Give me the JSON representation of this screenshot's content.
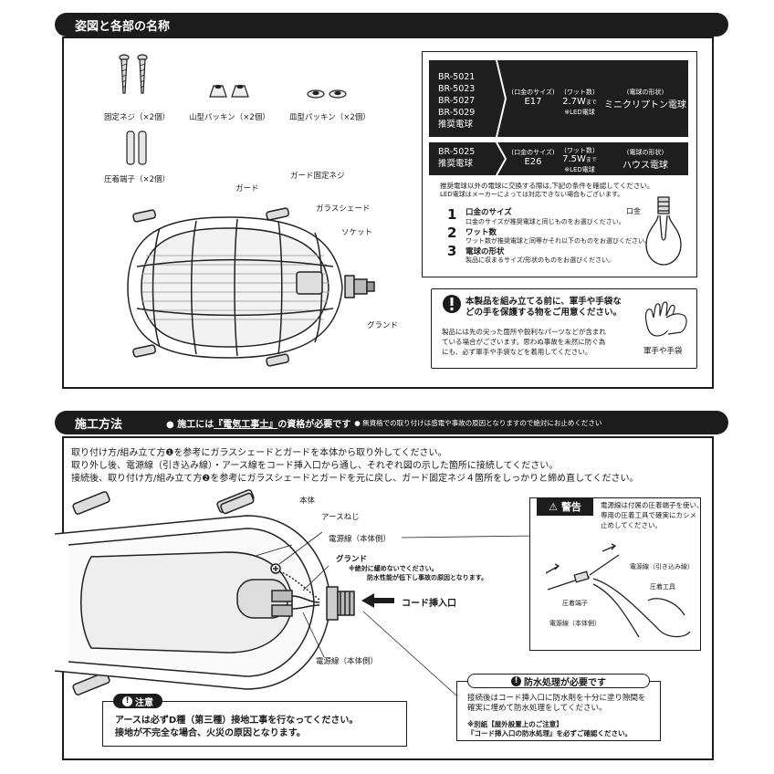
{
  "section1": {
    "title": "姿図と各部の名称",
    "parts": {
      "screw": "固定ネジ（×2個）",
      "mountain_packing": "山型パッキン（×2個）",
      "dish_packing": "皿型パッキン（×2個）",
      "crimp": "圧着端子（×2個）"
    },
    "labels": {
      "guard_screw": "ガード固定ネジ",
      "guard": "ガード",
      "glass": "ガラスシェード",
      "socket": "ソケット",
      "grand": "グランド"
    },
    "spec1": {
      "models": [
        "BR-5021",
        "BR-5023",
        "BR-5027",
        "BR-5029",
        "推奨電球"
      ],
      "base_label": "(口金のサイズ)",
      "base": "E17",
      "watt_label": "(ワット数)",
      "watt": "2.7W",
      "watt_suffix": "まで",
      "watt_note": "※LED電球",
      "shape_label": "(電球の形状)",
      "shape": "ミニクリプトン電球"
    },
    "spec2": {
      "models": [
        "BR-5025",
        "推奨電球"
      ],
      "base_label": "(口金のサイズ)",
      "base": "E26",
      "watt_label": "(ワット数)",
      "watt": "7.5W",
      "watt_suffix": "まで",
      "watt_note": "※LED電球",
      "shape_label": "(電球の形状)",
      "shape": "ハウス電球"
    },
    "note1": "推奨電球以外の電球に交換する際は,下記の条件を確認してください。",
    "note2": "LED電球はメーカーによっては対応できない場合もございます。",
    "conditions": [
      {
        "n": "1",
        "title": "口金のサイズ",
        "desc": "口金のサイズが推奨電球と同じものをお選びください。"
      },
      {
        "n": "2",
        "title": "ワット数",
        "desc": "ワット数が推奨電球と同等かそれ以下のものをお選びください。"
      },
      {
        "n": "3",
        "title": "電球の形状",
        "desc": "製品に収まるサイズ/形状のものをお選びください。"
      }
    ],
    "base_tag": "口金",
    "warning_title_1": "本製品を組み立てる前に、軍手や手袋な",
    "warning_title_2": "どの手を保護する物をご用意ください。",
    "warning_body": [
      "製品には先の尖った箇所や鋭利なパーツなどが含まれ",
      "ている場合がございます。思わぬ事故を未然に防ぐ為",
      "にも、必ず軍手や手袋などを着用してください。"
    ],
    "gloves": "軍手や手袋"
  },
  "section2": {
    "title": "施工方法",
    "req_prefix": "● 施工には",
    "req_bold": "『電気工事士』",
    "req_suffix": "の資格が必要です",
    "req_note": "● 無資格での取り付けは感電や事故の原因となりますので絶対にお止めください",
    "steps": [
      "取り付け方/組み立て方❶を参考にガラスシェードとガードを本体から取り外してください。",
      "取り外し後、電源線（引き込み線）・アース線をコード挿入口から通し、それぞれ図の示した箇所に接続してください。",
      "接続後、取り付け方/組み立て方❷を参考にガラスシェードとガードを元に戻し、ガード固定ネジ４箇所をしっかりと締め直してください。"
    ],
    "labels": {
      "body": "本体",
      "earth_screw": "アースねじ",
      "power_body": "電源線（本体側）",
      "grand": "グランド",
      "grand_note1": "※絶対に緩めないでください。",
      "grand_note2": "防水性能が低下し事故の原因となります。",
      "cord": "コード挿入口",
      "power_body2": "電源線（本体側）"
    },
    "warn": {
      "title": "警告",
      "body": [
        "電源線は付属の圧着端子を使い、",
        "専用の圧着工具で確実にカシメ",
        "止めしてください。"
      ],
      "lead": "電源線（引き込み線）",
      "tool": "圧着工具",
      "terminal": "圧着端子",
      "body_wire": "電源線（本体側）"
    },
    "caution": {
      "title": "注意",
      "line1": "アースは必ずD種（第三種）接地工事を行なってください。",
      "line2": "接地が不完全な場合、火災の原因となります。"
    },
    "waterproof": {
      "title": "防水処理が必要です",
      "body": [
        "接続後はコード挿入口に防水剤を十分に塗り隙間を",
        "確実に埋めて防水処理をしてください。"
      ],
      "ref1": "※別紙【屋外設置上のご注意】",
      "ref2": "『コード挿入口の防水処理』を必ずご確認ください。"
    }
  }
}
